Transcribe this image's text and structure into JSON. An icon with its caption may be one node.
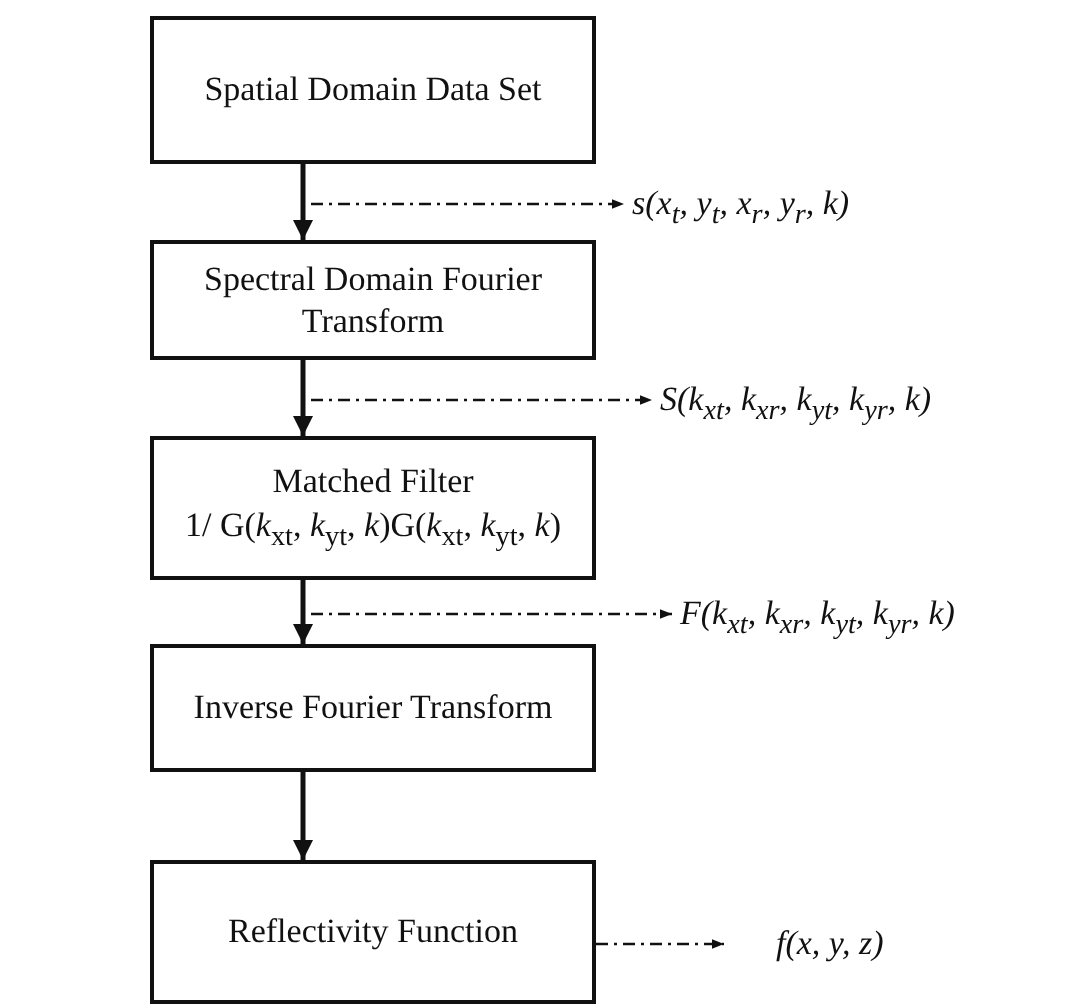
{
  "diagram": {
    "nodes": [
      {
        "text": [
          "Spatial Domain Data Set"
        ]
      },
      {
        "text": [
          "Spectral Domain Fourier Transform"
        ]
      },
      {
        "text": [
          "Matched Filter",
          "1/ G(*k*$_{xt}$, *k*$_{yt}$, *k*)G(*k*$_{xt}$, *k*$_{yt}$, *k*)"
        ]
      },
      {
        "text": [
          "Inverse Fourier Transform"
        ]
      },
      {
        "text": [
          "Reflectivity Function"
        ]
      },
      {
        "text": [
          "s(x$_{t}$, y$_{t}$, x$_{r}$, y$_{r}$, k)"
        ]
      },
      {
        "text": [
          "S(k$_{xt}$, k$_{xr}$, k$_{yt}$, k$_{yr}$, k)"
        ]
      },
      {
        "text": [
          "F(k$_{xt}$, k$_{xr}$, k$_{yt}$, k$_{yr}$, k)"
        ]
      },
      {
        "text": [
          "f(x, y, z)"
        ]
      }
    ],
    "edges": [
      {
        "from": 0,
        "to": 1,
        "arrow": "to"
      },
      {
        "from": null,
        "to": 5,
        "arrow": "to",
        "style": "dashed"
      },
      {
        "from": 1,
        "to": 2,
        "arrow": "to"
      },
      {
        "from": null,
        "to": 6,
        "arrow": "to",
        "style": "dashed"
      },
      {
        "from": 2,
        "to": 3,
        "arrow": "to"
      },
      {
        "from": null,
        "to": 7,
        "arrow": "to",
        "style": "dashed"
      },
      {
        "from": 3,
        "to": 4,
        "arrow": "to"
      },
      {
        "from": 4,
        "to": 8,
        "arrow": "to",
        "style": "dashed"
      }
    ]
  }
}
